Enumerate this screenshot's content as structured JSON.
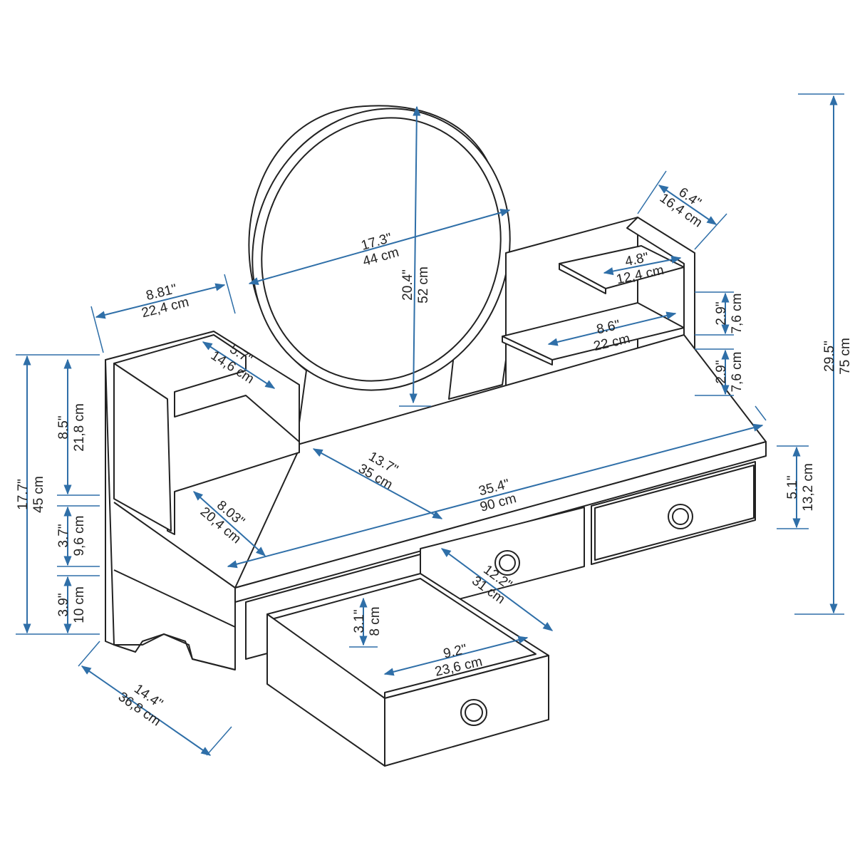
{
  "title": "Vanity desk dimensions diagram",
  "accent_color": "#2f6fa8",
  "dimensions": {
    "mirror_width": {
      "in": "17.3\"",
      "cm": "44 cm"
    },
    "mirror_height": {
      "in": "20.4\"",
      "cm": "52 cm"
    },
    "shelf_unit_depth": {
      "in": "6.4\"",
      "cm": "16,4 cm"
    },
    "top_shelf_width": {
      "in": "4.8\"",
      "cm": "12,4 cm"
    },
    "mid_shelf_width": {
      "in": "8.6\"",
      "cm": "22 cm"
    },
    "shelf_gap_upper": {
      "in": "2.9\"",
      "cm": "7,6 cm"
    },
    "shelf_gap_lower": {
      "in": "2.9\"",
      "cm": "7,6 cm"
    },
    "total_height": {
      "in": "29.5\"",
      "cm": "75 cm"
    },
    "left_unit_width": {
      "in": "8.81\"",
      "cm": "22,4 cm"
    },
    "left_shelf_depth": {
      "in": "5.7\"",
      "cm": "14,6 cm"
    },
    "left_upper_height": {
      "in": "8.5\"",
      "cm": "21,8 cm"
    },
    "desk_height": {
      "in": "17.7\"",
      "cm": "45 cm"
    },
    "desk_depth": {
      "in": "13.7\"",
      "cm": "35 cm"
    },
    "desk_width": {
      "in": "35.4\"",
      "cm": "90 cm"
    },
    "drawer_height_right": {
      "in": "5.1\"",
      "cm": "13,2 cm"
    },
    "left_open_width": {
      "in": "8.03\"",
      "cm": "20,4 cm"
    },
    "left_mid_height": {
      "in": "3.7\"",
      "cm": "9,6 cm"
    },
    "left_bottom_height": {
      "in": "3.9\"",
      "cm": "10 cm"
    },
    "drawer_depth": {
      "in": "12.2\"",
      "cm": "31 cm"
    },
    "drawer_inner_height": {
      "in": "3.1\"",
      "cm": "8 cm"
    },
    "drawer_inner_width": {
      "in": "9.2\"",
      "cm": "23,6 cm"
    },
    "overall_depth": {
      "in": "14.4\"",
      "cm": "36,8 cm"
    }
  }
}
